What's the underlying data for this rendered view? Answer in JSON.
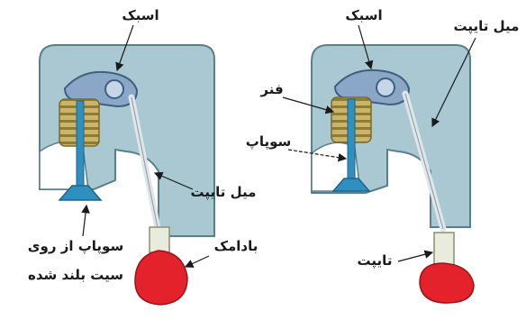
{
  "left_diagram": {
    "labels": {
      "rocker_arm": "اسبک",
      "pushrod": "میل تایپت",
      "cam": "بادامک",
      "valve_lifted_line1": "سوپاپ از روی",
      "valve_lifted_line2": "سیت بلند شده"
    }
  },
  "right_diagram": {
    "labels": {
      "rocker_arm": "اسبک",
      "pushrod": "میل تایپت",
      "spring": "فنر",
      "valve": "سوپاپ",
      "tappet": "تایپت"
    }
  },
  "colors": {
    "head_fill": "#a9c8d2",
    "head_stroke": "#5a7f8c",
    "spring": "#c9b46a",
    "valve": "#2f8fc0",
    "cam": "#e3222b",
    "metal": "#e4e8ea"
  }
}
